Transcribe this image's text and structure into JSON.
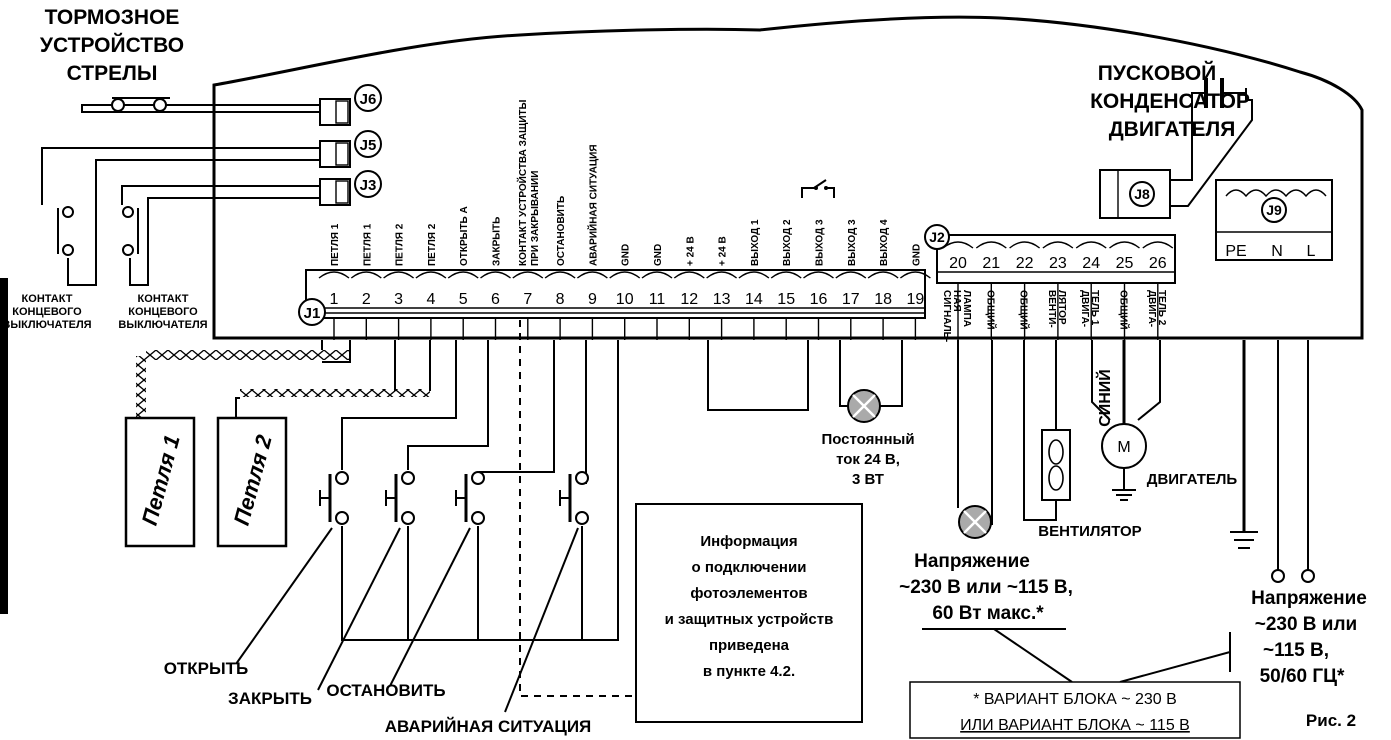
{
  "brake": {
    "line1": "ТОРМОЗНОЕ",
    "line2": "УСТРОЙСТВО",
    "line3": "СТРЕЛЫ"
  },
  "capacitor": {
    "line1": "ПУСКОВОЙ",
    "line2": "КОНДЕНСАТОР",
    "line3": "ДВИГАТЕЛЯ"
  },
  "connectors": {
    "j1": "J1",
    "j2": "J2",
    "j3": "J3",
    "j5": "J5",
    "j6": "J6",
    "j8": "J8",
    "j9": "J9"
  },
  "limit_switch": {
    "line1": "КОНТАКТ",
    "line2": "КОНЦЕВОГО",
    "line3": "ВЫКЛЮЧАТЕЛЯ"
  },
  "terminals_j1": [
    {
      "num": "1",
      "label": "ПЕТЛЯ 1"
    },
    {
      "num": "2",
      "label": "ПЕТЛЯ 1"
    },
    {
      "num": "3",
      "label": "ПЕТЛЯ 2"
    },
    {
      "num": "4",
      "label": "ПЕТЛЯ 2"
    },
    {
      "num": "5",
      "label": "ОТКРЫТЬ А"
    },
    {
      "num": "6",
      "label": "ЗАКРЫТЬ"
    },
    {
      "num": "7",
      "label": "КОНТАКТ УСТРОЙСТВА ЗАЩИТЫ|ПРИ ЗАКРЫВАНИИ"
    },
    {
      "num": "8",
      "label": "ОСТАНОВИТЬ"
    },
    {
      "num": "9",
      "label": "АВАРИЙНАЯ СИТУАЦИЯ"
    },
    {
      "num": "10",
      "label": "GND"
    },
    {
      "num": "11",
      "label": "GND"
    },
    {
      "num": "12",
      "label": "+ 24 В"
    },
    {
      "num": "13",
      "label": "+ 24 В"
    },
    {
      "num": "14",
      "label": "ВЫХОД 1"
    },
    {
      "num": "15",
      "label": "ВЫХОД 2"
    },
    {
      "num": "16",
      "label": "ВЫХОД 3"
    },
    {
      "num": "17",
      "label": "ВЫХОД 3"
    },
    {
      "num": "18",
      "label": "ВЫХОД 4"
    },
    {
      "num": "19",
      "label": "GND"
    }
  ],
  "terminals_j2": [
    {
      "num": "20",
      "label": "СИГНАЛЬ-|НАЯ|ЛАМПА"
    },
    {
      "num": "21",
      "label": "ОБЩИЙ"
    },
    {
      "num": "22",
      "label": "ОБЩИЙ"
    },
    {
      "num": "23",
      "label": "ВЕНТИ-|ЛЯТОР"
    },
    {
      "num": "24",
      "label": "ДВИГА-|ТЕЛЬ 1"
    },
    {
      "num": "25",
      "label": "ОБЩИЙ"
    },
    {
      "num": "26",
      "label": "ДВИГА-|ТЕЛЬ 2"
    }
  ],
  "j9_labels": {
    "pe": "PE",
    "n": "N",
    "l": "L"
  },
  "loops": {
    "loop1": "Петля 1",
    "loop2": "Петля 2"
  },
  "buttons": {
    "open": "ОТКРЫТЬ",
    "close": "ЗАКРЫТЬ",
    "stop": "ОСТАНОВИТЬ",
    "emergency": "АВАРИЙНАЯ СИТУАЦИЯ"
  },
  "dc_lamp": {
    "line1": "Постоянный",
    "line2": "ток 24 В,",
    "line3": "3 ВТ"
  },
  "info_box": {
    "line1": "Информация",
    "line2": "о подключении",
    "line3": "фотоэлементов",
    "line4": "и защитных устройств",
    "line5": "приведена",
    "line6": "в пункте 4.2."
  },
  "lamp_voltage": {
    "line1": "Напряжение",
    "line2": "~230 В или ~115 В,",
    "line3": "60 Вт макс.*"
  },
  "fan": "ВЕНТИЛЯТОР",
  "motor": {
    "wire": "СИНИЙ",
    "symbol": "M",
    "label": "ДВИГАТЕЛЬ"
  },
  "mains_voltage": {
    "line1": "Напряжение",
    "line2": "~230 В или",
    "line3": "~115 В,",
    "line4": "50/60 ГЦ*"
  },
  "variant": {
    "line1": "* ВАРИАНТ БЛОКА ~ 230 В",
    "line2": "ИЛИ ВАРИАНТ БЛОКА ~ 115 В"
  },
  "figure": "Рис. 2"
}
